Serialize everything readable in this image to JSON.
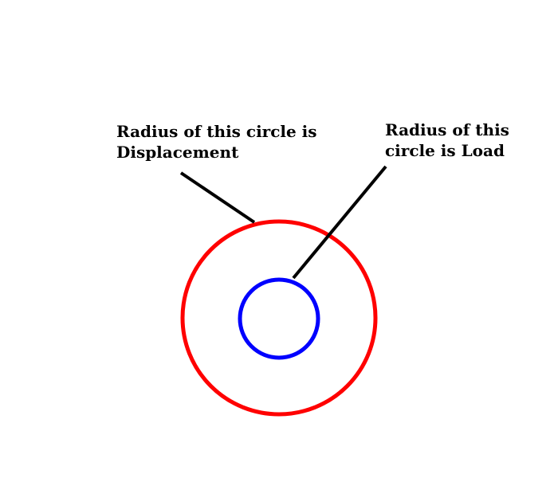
{
  "labels": {
    "displacement": {
      "line1": "Radius of this circle is",
      "line2": "Displacement"
    },
    "load": {
      "line1": "Radius of this",
      "line2": "circle is Load"
    }
  },
  "colors": {
    "outer_circle": "#ff0000",
    "inner_circle": "#0000ff",
    "leader_lines": "#000000",
    "background": "#ffffff"
  }
}
